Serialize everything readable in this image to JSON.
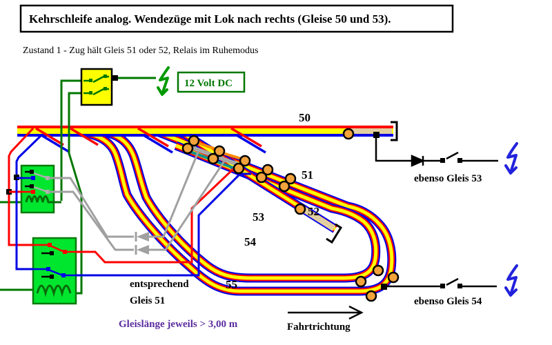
{
  "title": "Kehrschleife analog.   Wendezüge mit Lok nach rechts (Gleise 50 und 53).",
  "subtitle": "Zustand 1 - Zug hält Gleis 51 oder 52, Relais im Ruhemodus",
  "supply_label": "12 Volt DC",
  "track_labels": {
    "t50": "50",
    "t51": "51",
    "t52": "52",
    "t53": "53",
    "t54": "54",
    "t55": "55"
  },
  "notes": {
    "ebenso53": "ebenso Gleis 53",
    "ebenso54": "ebenso Gleis 54",
    "entsprechend1": "entsprechend",
    "entsprechend2": "Gleis 51",
    "track_length": "Gleislänge jeweils > 3,00 m",
    "direction": "Fahrtrichtung"
  },
  "icons": [
    "lightning-bolt-green",
    "lightning-bolt-blue",
    "diode",
    "switch-contact",
    "relay-coil",
    "insulated-joint"
  ],
  "colors": {
    "track_yellow": "#FFFF00",
    "rail_red": "#FF0000",
    "rail_blue": "#0000E6",
    "wire_green": "#007700",
    "relay_green": "#00E62E",
    "coil_dark_green": "#0B6B0B",
    "wire_gray": "#A0A0A0",
    "joint_orange": "#F2A33C",
    "stub_beige": "#E2CFA0",
    "section_teal": "#0D8F8F",
    "section_orange": "#FF8C00",
    "length_purple": "#5A2CA0"
  }
}
